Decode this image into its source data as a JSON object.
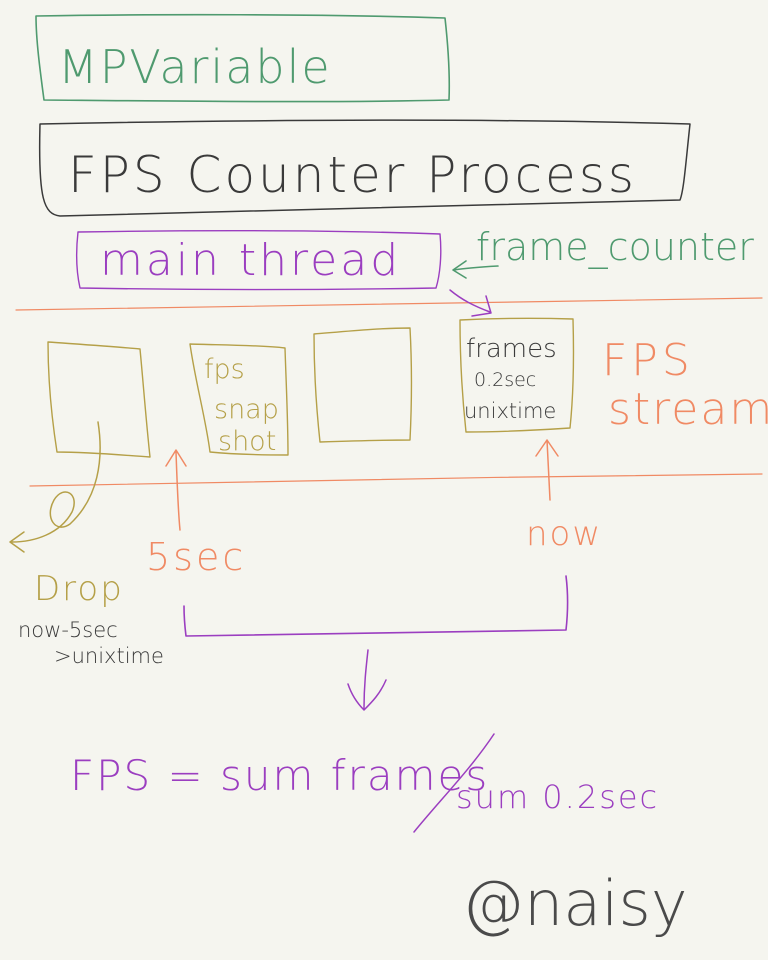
{
  "colors": {
    "background": "#f5f5ef",
    "green": "#4f9a6f",
    "dark": "#3a3a3a",
    "purple": "#9b3ec0",
    "olive": "#b5a048",
    "orange": "#f08a64",
    "grey": "#4a4a4a"
  },
  "title": "MPVariable",
  "process_label": "FPS Counter Process",
  "main_thread_label": "main thread",
  "frame_counter_label": "frame_counter",
  "stream_label": {
    "line1": "FPS",
    "line2": "stream"
  },
  "snapshot_label": {
    "line1": "fps",
    "line2": "snap",
    "line3": "shot"
  },
  "current_frame": {
    "line1": "frames",
    "line2": "0.2sec",
    "line3": "unixtime"
  },
  "marker_5sec": "5sec",
  "marker_now": "now",
  "drop": {
    "label": "Drop",
    "condition_line1": "now-5sec",
    "condition_line2": ">unixtime"
  },
  "formula": {
    "left": "FPS = sum frames",
    "denominator": "sum 0.2sec"
  },
  "signature": "@naisy"
}
